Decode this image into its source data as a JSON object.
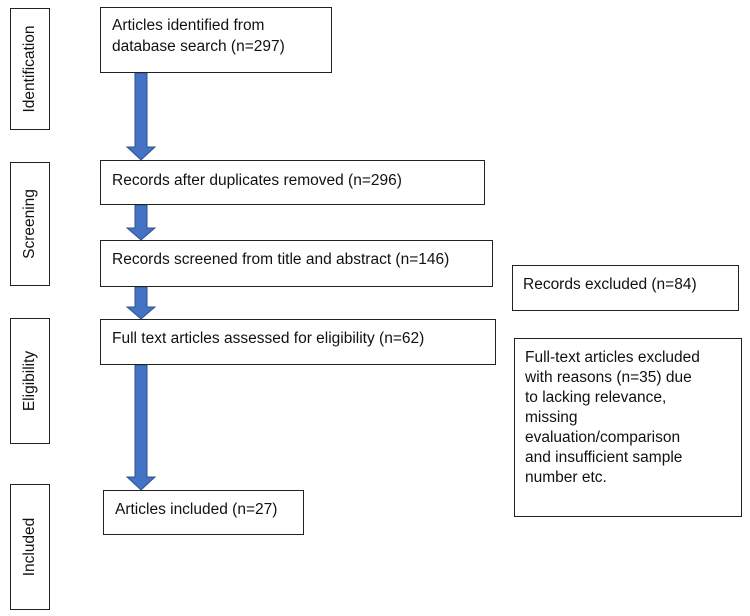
{
  "stages": {
    "identification": "Identification",
    "screening": "Screening",
    "eligibility": "Eligibility",
    "included": "Included"
  },
  "boxes": {
    "identified_line1": "Articles identified from",
    "identified_line2": "database search (n=297)",
    "duplicates_removed": "Records after duplicates removed (n=296)",
    "screened": "Records screened from title and abstract (n=146)",
    "excluded": "Records excluded (n=84)",
    "full_text_assessed": "Full text articles assessed for eligibility (n=62)",
    "full_text_excluded_lines": [
      "Full-text articles excluded",
      "with reasons (n=35) due",
      "to lacking relevance,",
      "missing",
      "evaluation/comparison",
      "and insufficient sample",
      "number etc."
    ],
    "included": "Articles included (n=27)"
  },
  "colors": {
    "arrow": "#4472c4",
    "arrow_outline": "#2f528f",
    "border": "#222222"
  }
}
